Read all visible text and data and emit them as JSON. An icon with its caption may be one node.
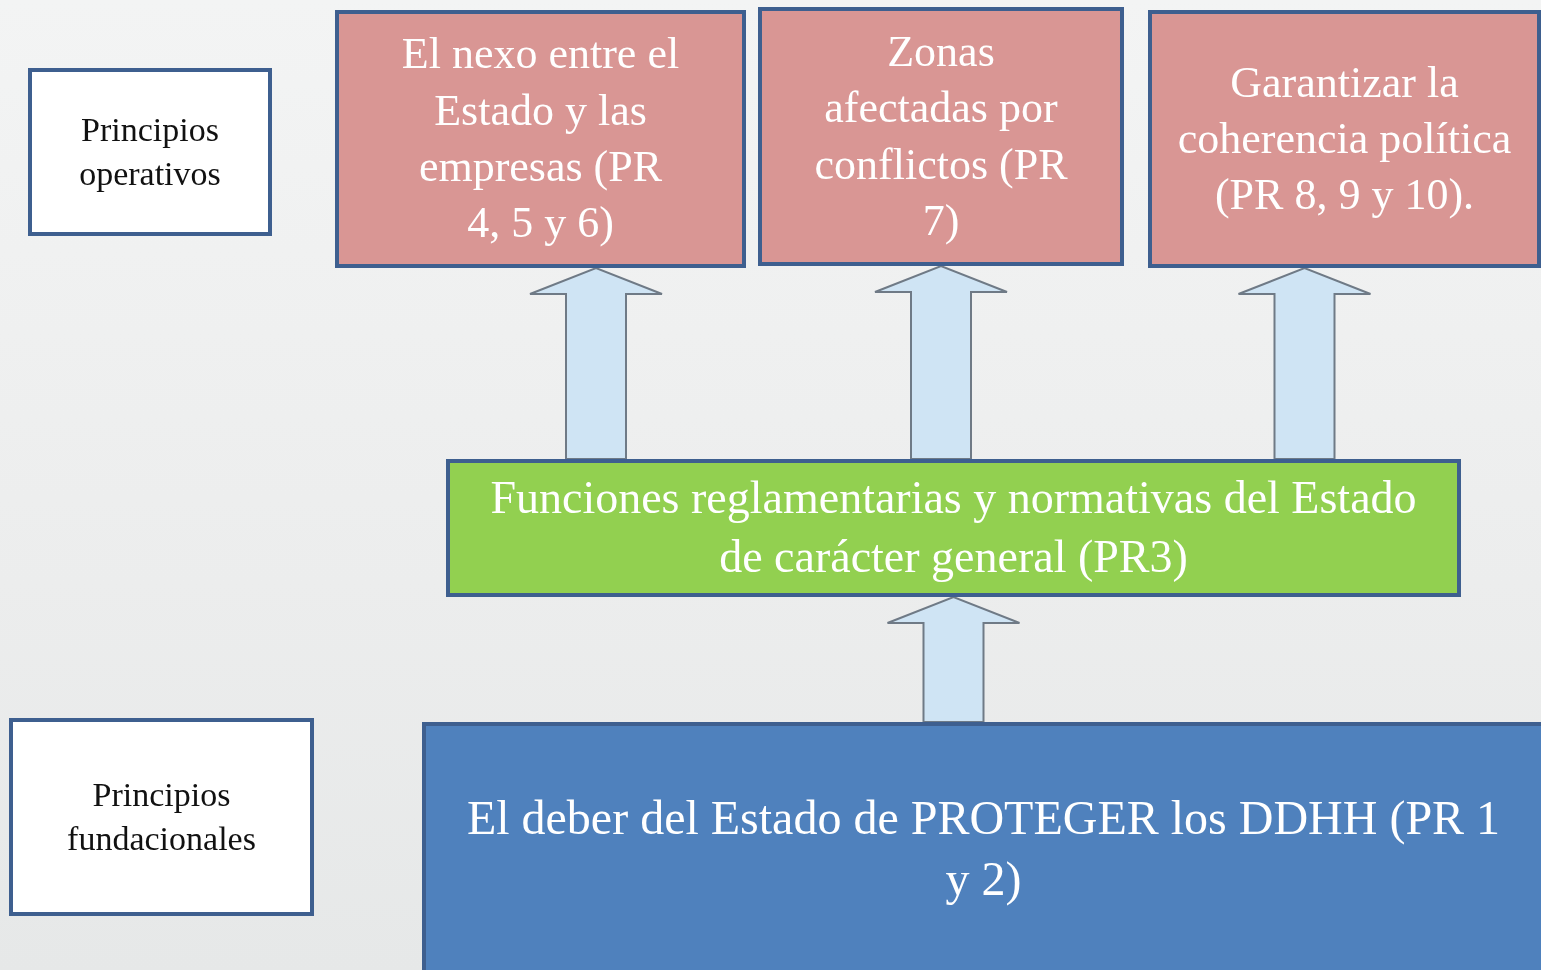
{
  "diagram": {
    "nodes": [
      {
        "text": [
          "Principios operativos"
        ]
      },
      {
        "text": [
          "El nexo entre el Estado y las empresas (PR 4, 5 y 6)"
        ]
      },
      {
        "text": [
          "Zonas afectadas por conflictos (PR 7)"
        ]
      },
      {
        "text": [
          "Garantizar la coherencia política (PR 8, 9 y 10)."
        ]
      },
      {
        "text": [
          "Funciones reglamentarias y normativas del Estado de carácter general (PR3)"
        ]
      },
      {
        "text": [
          "Principios fundacionales"
        ]
      },
      {
        "text": [
          "El deber del Estado de PROTEGER  los DDHH (PR 1 y 2)"
        ]
      }
    ],
    "edges": [
      {
        "from": 6,
        "to": 4,
        "arrow": "to"
      },
      {
        "from": 4,
        "to": 1,
        "arrow": "to"
      },
      {
        "from": 4,
        "to": 2,
        "arrow": "to"
      },
      {
        "from": 4,
        "to": 3,
        "arrow": "to"
      }
    ]
  }
}
